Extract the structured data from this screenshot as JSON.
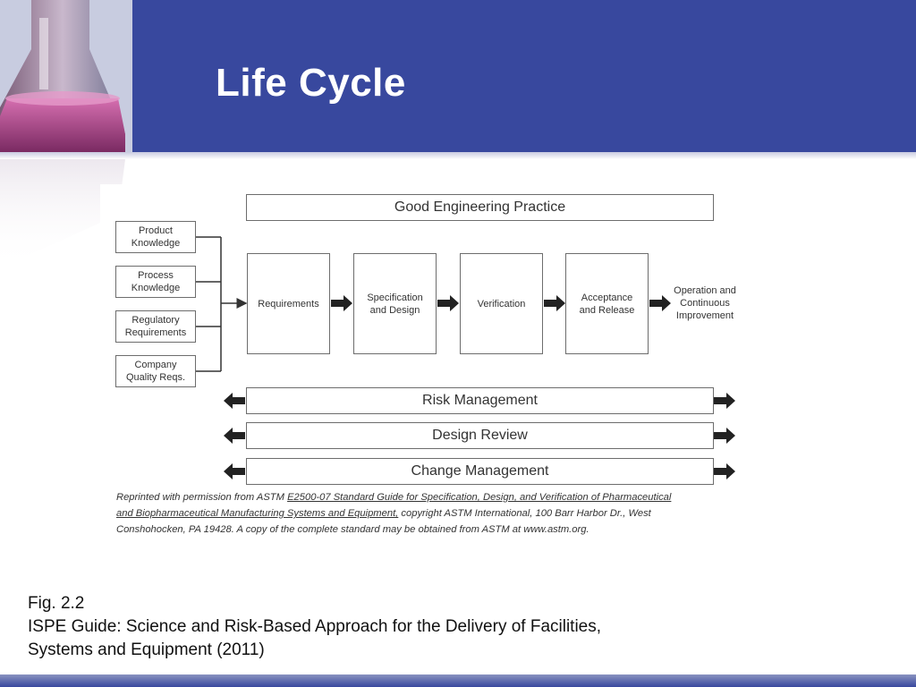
{
  "slide": {
    "title": "Life Cycle",
    "colors": {
      "header": "#38489e",
      "box_border": "#6d6d6d",
      "text": "#333333"
    }
  },
  "diagram": {
    "top_band": "Good Engineering Practice",
    "inputs": [
      {
        "line1": "Product",
        "line2": "Knowledge"
      },
      {
        "line1": "Process",
        "line2": "Knowledge"
      },
      {
        "line1": "Regulatory",
        "line2": "Requirements"
      },
      {
        "line1": "Company",
        "line2": "Quality Reqs."
      }
    ],
    "stages": [
      {
        "line1": "Requirements",
        "line2": ""
      },
      {
        "line1": "Specification",
        "line2": "and Design"
      },
      {
        "line1": "Verification",
        "line2": ""
      },
      {
        "line1": "Acceptance",
        "line2": "and Release"
      }
    ],
    "outcome": {
      "line1": "Operation and",
      "line2": "Continuous",
      "line3": "Improvement"
    },
    "bands": [
      "Risk Management",
      "Design Review",
      "Change Management"
    ],
    "reprint": {
      "prefix": "Reprinted with permission from ASTM ",
      "standard_line1": "E2500-07 Standard Guide for Specification, Design, and Verification of Pharmaceutical",
      "standard_line2": "and Biopharmaceutical Manufacturing Systems and Equipment,",
      "suffix_line2": " copyright ASTM International, 100 Barr Harbor Dr., West",
      "line3": "Conshohocken, PA 19428. A copy of the complete standard may be obtained from ASTM at www.astm.org."
    }
  },
  "caption": {
    "line1": "Fig. 2.2",
    "line2": "ISPE Guide: Science and Risk-Based Approach for the Delivery of Facilities,",
    "line3": "Systems and Equipment (2011)"
  }
}
